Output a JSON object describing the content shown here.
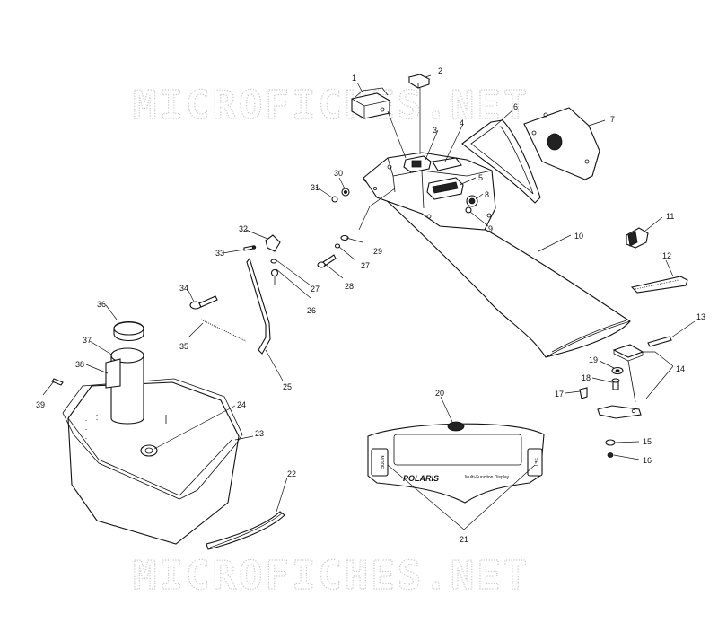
{
  "watermark": {
    "text": "MICROFICHES.NET"
  },
  "display": {
    "brand": "POLARIS",
    "caption": "Multi-Function Display",
    "left_button": "MODE",
    "right_button": "SET"
  },
  "callouts": [
    {
      "n": "1"
    },
    {
      "n": "2"
    },
    {
      "n": "3"
    },
    {
      "n": "4"
    },
    {
      "n": "5"
    },
    {
      "n": "6"
    },
    {
      "n": "7"
    },
    {
      "n": "8"
    },
    {
      "n": "9"
    },
    {
      "n": "10"
    },
    {
      "n": "11"
    },
    {
      "n": "12"
    },
    {
      "n": "13"
    },
    {
      "n": "14"
    },
    {
      "n": "15"
    },
    {
      "n": "16"
    },
    {
      "n": "17"
    },
    {
      "n": "18"
    },
    {
      "n": "19"
    },
    {
      "n": "20"
    },
    {
      "n": "21"
    },
    {
      "n": "22"
    },
    {
      "n": "23"
    },
    {
      "n": "24"
    },
    {
      "n": "25"
    },
    {
      "n": "26"
    },
    {
      "n": "27"
    },
    {
      "n": "27"
    },
    {
      "n": "28"
    },
    {
      "n": "29"
    },
    {
      "n": "30"
    },
    {
      "n": "31"
    },
    {
      "n": "32"
    },
    {
      "n": "33"
    },
    {
      "n": "34"
    },
    {
      "n": "35"
    },
    {
      "n": "36"
    },
    {
      "n": "37"
    },
    {
      "n": "38"
    },
    {
      "n": "39"
    }
  ]
}
